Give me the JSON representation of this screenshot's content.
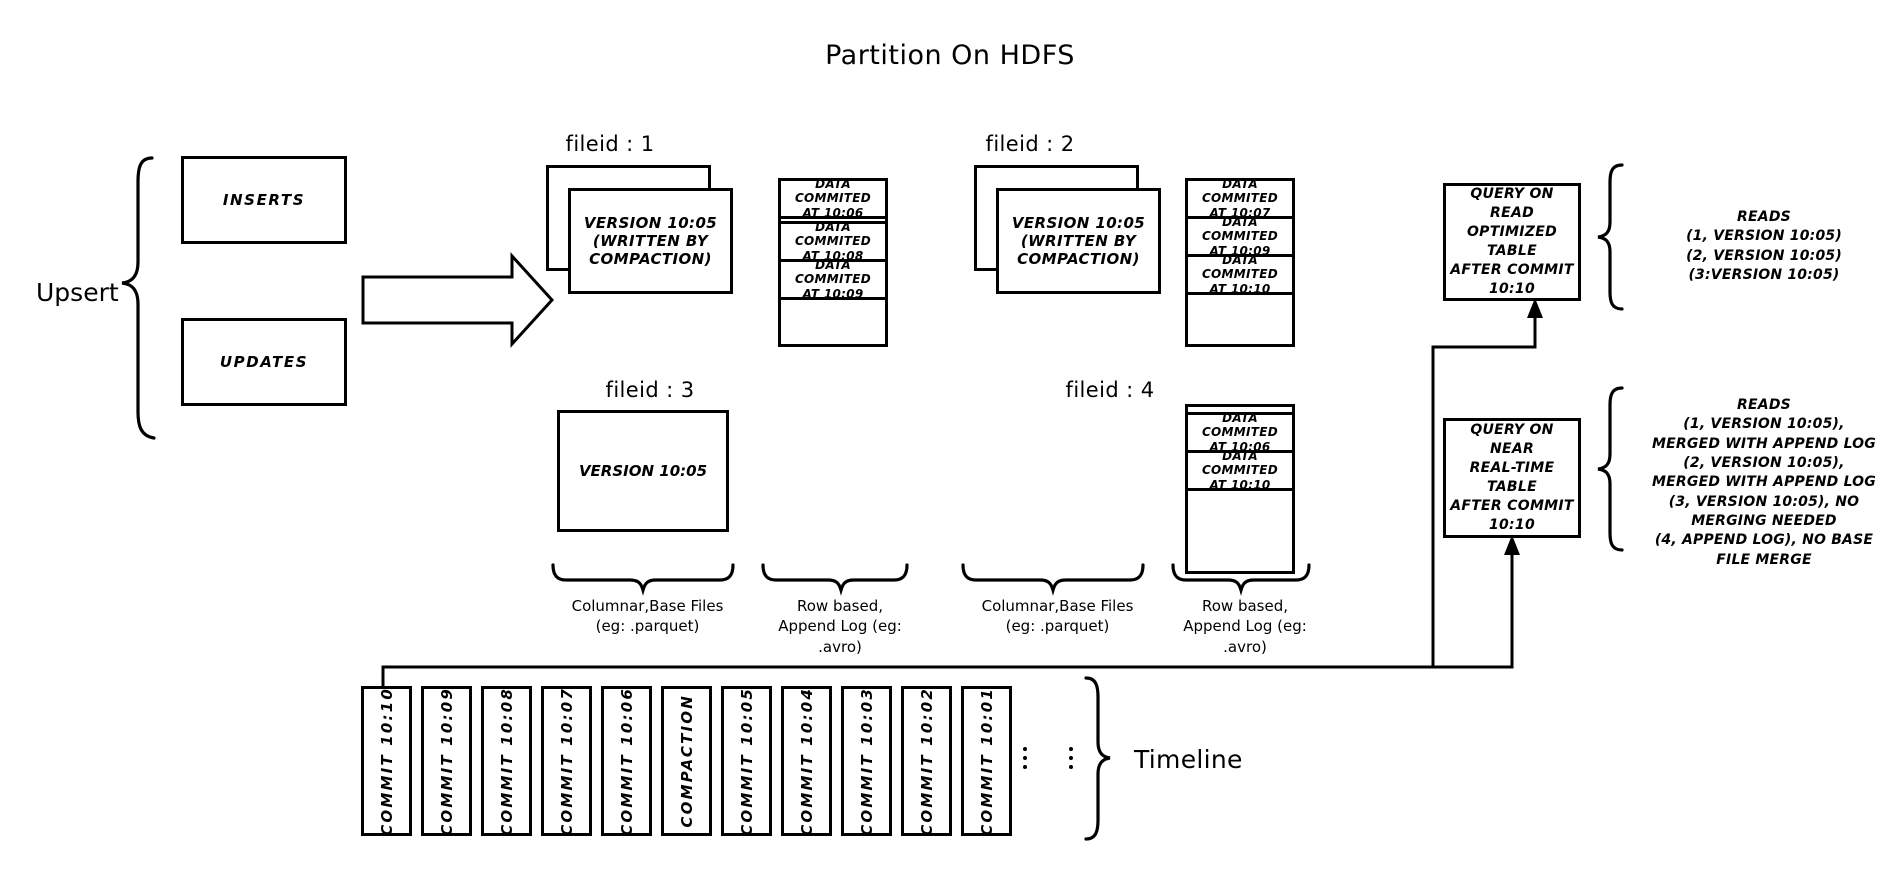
{
  "title": "Partition On HDFS",
  "upsert": {
    "label": "Upsert",
    "sources": [
      {
        "label": "INSERTS"
      },
      {
        "label": "UPDATES"
      }
    ]
  },
  "commit_arrow": {
    "label": "Commit 10:10"
  },
  "filegroups": [
    {
      "id": "fg1",
      "fileid_label": "fileid : 1",
      "base": {
        "line1": "VERSION 10:05",
        "line2": "(WRITTEN BY",
        "line3": "COMPACTION)",
        "stacked": true
      },
      "log": [
        {
          "line1": "DATA COMMITED",
          "line2": "AT 10:06"
        },
        {
          "line1": "DATA COMMITED",
          "line2": "AT 10:08"
        },
        {
          "line1": "DATA COMMITED",
          "line2": "AT 10:09"
        }
      ]
    },
    {
      "id": "fg2",
      "fileid_label": "fileid : 2",
      "base": {
        "line1": "VERSION 10:05",
        "line2": "(WRITTEN BY",
        "line3": "COMPACTION)",
        "stacked": true
      },
      "log": [
        {
          "line1": "DATA COMMITED",
          "line2": "AT 10:07"
        },
        {
          "line1": "DATA COMMITED",
          "line2": "AT 10:09"
        },
        {
          "line1": "DATA COMMITED",
          "line2": "AT 10:10"
        }
      ]
    },
    {
      "id": "fg3",
      "fileid_label": "fileid : 3",
      "base": {
        "line1": "VERSION 10:05",
        "line2": "",
        "line3": "",
        "stacked": false
      },
      "log": []
    },
    {
      "id": "fg4",
      "fileid_label": "fileid : 4",
      "base": null,
      "log": [
        {
          "line1": "DATA COMMITED",
          "line2": "AT 10:06"
        },
        {
          "line1": "DATA COMMITED",
          "line2": "AT 10:10"
        }
      ]
    }
  ],
  "captions": {
    "columnar_left": {
      "line1": "Columnar,Base Files",
      "line2": "(eg: .parquet)"
    },
    "rowlog_left": {
      "line1": "Row based,",
      "line2": "Append Log  (eg:",
      "line3": ".avro)"
    },
    "columnar_right": {
      "line1": "Columnar,Base Files",
      "line2": "(eg: .parquet)"
    },
    "rowlog_right": {
      "line1": "Row based,",
      "line2": "Append Log  (eg:",
      "line3": ".avro)"
    }
  },
  "queries": [
    {
      "id": "read-optimized",
      "lines": [
        "QUERY ON READ",
        "OPTIMIZED TABLE",
        "AFTER COMMIT",
        "10:10"
      ]
    },
    {
      "id": "near-real-time",
      "lines": [
        "QUERY ON NEAR",
        "REAL-TIME TABLE",
        "AFTER COMMIT",
        "10:10"
      ]
    }
  ],
  "reads": [
    {
      "id": "reads-read-optimized",
      "lines": [
        "READS",
        "(1, VERSION 10:05)",
        "(2, VERSION 10:05)",
        "(3:VERSION 10:05)"
      ]
    },
    {
      "id": "reads-near-real-time",
      "lines": [
        "READS",
        "(1, VERSION 10:05),",
        "MERGED WITH APPEND LOG",
        "(2, VERSION 10:05),",
        "MERGED WITH APPEND LOG",
        "(3, VERSION 10:05), NO",
        "MERGING NEEDED",
        "(4, APPEND LOG), NO BASE",
        "FILE MERGE"
      ]
    }
  ],
  "timeline": {
    "label": "Timeline",
    "cells": [
      {
        "label": "COMMIT  10:10"
      },
      {
        "label": "COMMIT  10:09"
      },
      {
        "label": "COMMIT  10:08"
      },
      {
        "label": "COMMIT  10:07"
      },
      {
        "label": "COMMIT  10:06"
      },
      {
        "label": "COMPACTION"
      },
      {
        "label": "COMMIT  10:05"
      },
      {
        "label": "COMMIT  10:04"
      },
      {
        "label": "COMMIT  10:03"
      },
      {
        "label": "COMMIT  10:02"
      },
      {
        "label": "COMMIT  10:01"
      }
    ],
    "ellipsis": [
      "⋮",
      "⋮"
    ]
  },
  "colors": {
    "stroke": "#000000",
    "background": "#ffffff"
  }
}
